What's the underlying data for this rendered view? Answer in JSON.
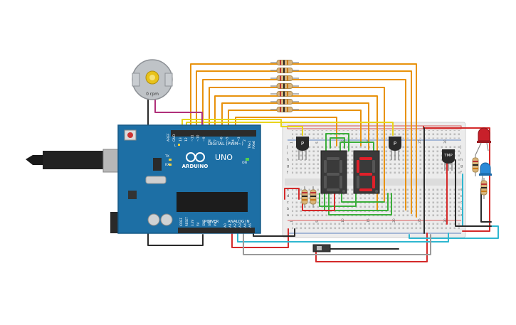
{
  "motor": {
    "label": "0 rpm"
  },
  "arduino": {
    "brand": "ARDUINO",
    "model": "UNO",
    "digital_label": "DIGITAL (PWM~)",
    "power_label": "POWER",
    "analog_label": "ANALOG IN",
    "aref": "AREF",
    "gnd": "GND",
    "tx_label": "TX",
    "rx_label": "RX",
    "l_label": "L",
    "on_label": "ON",
    "tx1": "TX▸1",
    "rx0": "RX◂0",
    "digital_pins": [
      "13",
      "12",
      "~11",
      "~10",
      "~9",
      "8",
      "7",
      "~6",
      "~5",
      "4",
      "~3",
      "2"
    ],
    "power_pins": [
      "IOREF",
      "RESET",
      "3.3V",
      "5V",
      "GND",
      "GND",
      "Vin"
    ],
    "analog_pins": [
      "A0",
      "A1",
      "A2",
      "A3",
      "A4",
      "A5"
    ]
  },
  "transistor_left": {
    "label": "P"
  },
  "transistor_right": {
    "label": "P"
  },
  "sensor": {
    "label": "TMP"
  },
  "display_right": {
    "digit": "5"
  },
  "breadboard": {
    "row_letters_top": [
      "j",
      "i",
      "h",
      "g",
      "f"
    ],
    "row_letters_bottom": [
      "e",
      "d",
      "c",
      "b",
      "a"
    ],
    "column_numbers": [
      "1",
      "5",
      "10",
      "15",
      "20",
      "25",
      "30"
    ]
  },
  "colors": {
    "wire_orange": "#e8920c",
    "wire_yellow": "#e8d41c",
    "wire_green": "#3cae3c",
    "wire_red": "#d42a2a",
    "wire_cyan": "#2fb7d0",
    "wire_dark": "#2a2a2a",
    "wire_gray": "#9a9a9a",
    "wire_magenta": "#b0307a",
    "board_blue": "#1d6fa5",
    "led_red": "#c8202a",
    "led_blue": "#2b8ad8"
  }
}
